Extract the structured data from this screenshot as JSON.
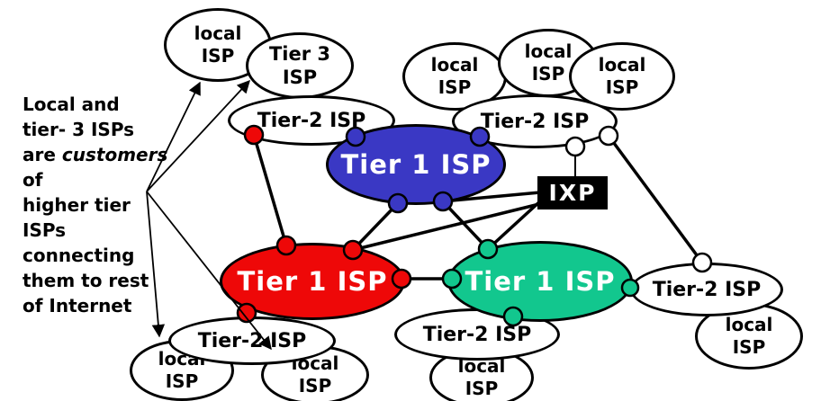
{
  "labels": {
    "tier1": "Tier 1 ISP",
    "tier2": "Tier-2 ISP",
    "tier3": "Tier 3\nISP",
    "local": "local\nISP",
    "ixp": "IXP"
  },
  "annotation": {
    "line1": "Local and",
    "line2": "tier- 3 ISPs",
    "line3_normal": "are ",
    "line3_italic": "customers",
    "line4": "of",
    "line5": "higher tier",
    "line6": "ISPs",
    "line7": "connecting",
    "line8": "them to rest",
    "line9": "of Internet"
  },
  "colors": {
    "tier1_blue": "#3a38c4",
    "tier1_red": "#ee0808",
    "tier1_green": "#12c78e",
    "pop_white": "#ffffff",
    "outline": "#000000",
    "ixp_bg": "#000000",
    "ixp_text": "#ffffff"
  }
}
